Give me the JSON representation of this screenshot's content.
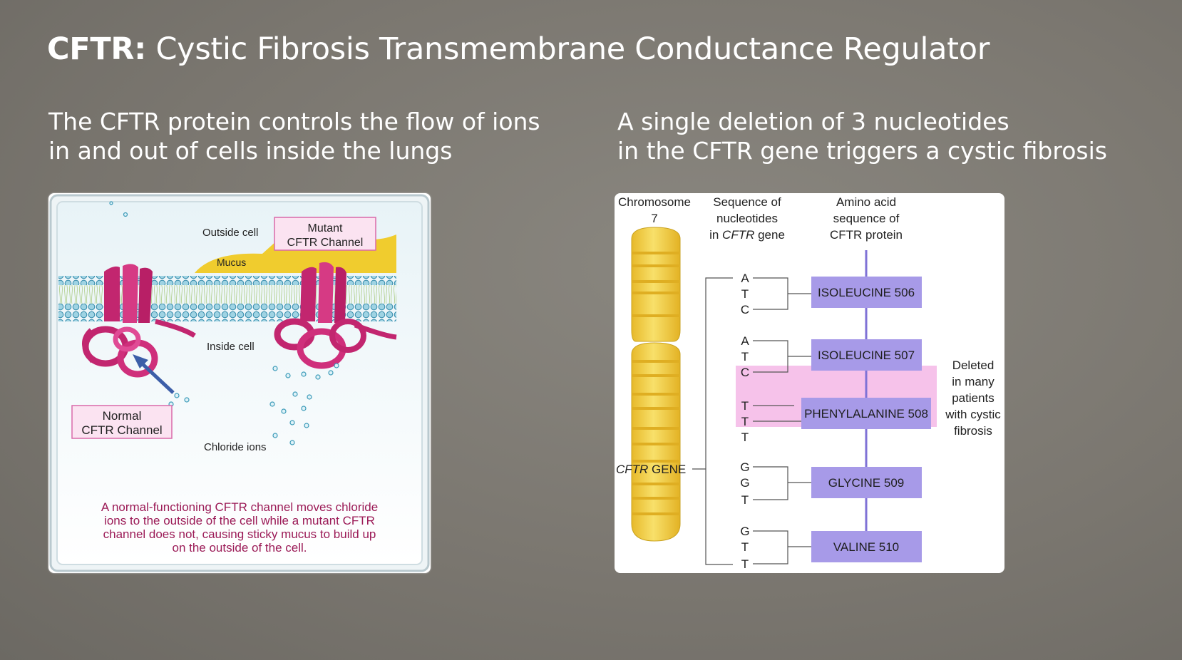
{
  "slide": {
    "title_bold": "CFTR:",
    "title_rest": " Cystic Fibrosis Transmembrane Conductance Regulator",
    "left_subtitle": [
      "The CFTR protein controls the flow of ions",
      "in and out of cells inside the lungs"
    ],
    "right_subtitle": [
      "A single deletion of 3 nucleotides",
      "in the CFTR gene triggers a cystic fibrosis"
    ]
  },
  "membrane_diagram": {
    "outside_cell": "Outside cell",
    "mutant_label": [
      "Mutant",
      "CFTR Channel"
    ],
    "mucus": "Mucus",
    "inside_cell": "Inside cell",
    "normal_label": [
      "Normal",
      "CFTR Channel"
    ],
    "chloride_ions": "Chloride ions",
    "caption": [
      "A normal-functioning CFTR channel moves chloride",
      "ions to the outside of the cell while a mutant CFTR",
      "channel does not, causing sticky mucus to build up",
      "on the outside of the cell."
    ]
  },
  "gene_diagram": {
    "col_chromosome": [
      "Chromosome",
      "7"
    ],
    "col_sequence": [
      "Sequence of",
      "nucleotides"
    ],
    "col_sequence_line3_prefix": "in ",
    "col_sequence_line3_italic": "CFTR",
    "col_sequence_line3_suffix": " gene",
    "col_amino": [
      "Amino acid",
      "sequence of",
      "CFTR protein"
    ],
    "gene_label_italic": "CFTR",
    "gene_label_rest": " GENE",
    "nucleotides": [
      "A",
      "T",
      "C",
      "A",
      "T",
      "C",
      "T",
      "T",
      "T",
      "G",
      "G",
      "T",
      "G",
      "T",
      "T"
    ],
    "amino_acids": [
      "ISOLEUCINE 506",
      "ISOLEUCINE 507",
      "PHENYLALANINE 508",
      "GLYCINE 509",
      "VALINE 510"
    ],
    "deleted_note": [
      "Deleted",
      "in many",
      "patients",
      "with cystic",
      "fibrosis"
    ],
    "colors": {
      "amino_box": "#a79ae8",
      "highlight": "#f4b7e6",
      "chromosome": "#f3d64f"
    }
  }
}
